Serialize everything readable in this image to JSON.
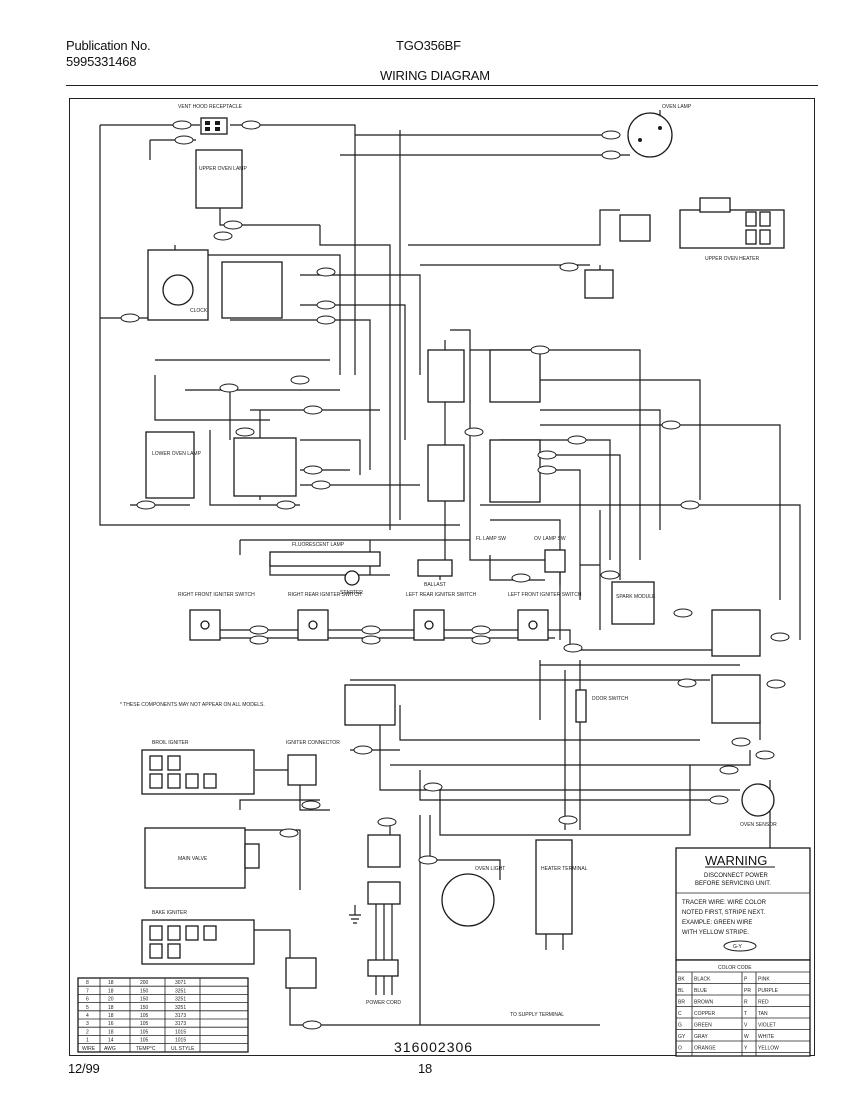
{
  "header": {
    "publication_label": "Publication No.",
    "publication_number": "5995331468",
    "model": "TGO356BF",
    "title": "WIRING DIAGRAM"
  },
  "footer": {
    "date": "12/99",
    "page": "18",
    "diagram_number": "316002306"
  },
  "components": {
    "vent_hood_receptacle": "VENT HOOD RECEPTACLE",
    "oven_lamp": "OVEN LAMP",
    "upper_oven_lamp": "UPPER OVEN LAMP",
    "clock": "CLOCK",
    "upper_oven_heater": "UPPER OVEN HEATER",
    "lower_oven_lamp": "LOWER OVEN LAMP",
    "fluorescent_lamp": "FLUORESCENT LAMP",
    "starter": "STARTER",
    "ballast": "BALLAST",
    "fl_lamp_sw": "FL LAMP SW",
    "ov_lamp_sw": "OV LAMP SW",
    "right_front_igniter": "RIGHT FRONT IGNITER SWITCH",
    "right_rear_igniter": "RIGHT REAR IGNITER SWITCH",
    "left_rear_igniter": "LEFT REAR IGNITER SWITCH",
    "left_front_igniter": "LEFT FRONT IGNITER SWITCH",
    "spark_module": "SPARK MODULE",
    "broil_igniter": "BROIL IGNITER",
    "igniter_connector": "IGNITER CONNECTOR",
    "main_valve": "MAIN VALVE",
    "bake_igniter": "BAKE IGNITER",
    "power_cord": "POWER CORD",
    "oven_light": "OVEN LIGHT",
    "heater_terminal": "HEATER TERMINAL",
    "door_switch": "DOOR SWITCH",
    "oven_sensor": "OVEN SENSOR",
    "models_note": "* THESE COMPONENTS MAY NOT APPEAR ON ALL MODELS.",
    "supply_note": "TO SUPPLY TERMINAL"
  },
  "warning": {
    "title": "WARNING",
    "line1": "DISCONNECT POWER",
    "line2": "BEFORE SERVICING UNIT.",
    "tracer_lines": [
      "TRACER WIRE:  WIRE COLOR",
      "NOTED FIRST, STRIPE NEXT.",
      "EXAMPLE:  GREEN WIRE",
      "WITH YELLOW STRIPE."
    ],
    "example_code": "G-Y"
  },
  "color_code": {
    "title": "COLOR CODE",
    "rows": [
      [
        "BK",
        "BLACK",
        "P",
        "PINK"
      ],
      [
        "BL",
        "BLUE",
        "PR",
        "PURPLE"
      ],
      [
        "BR",
        "BROWN",
        "R",
        "RED"
      ],
      [
        "C",
        "COPPER",
        "T",
        "TAN"
      ],
      [
        "G",
        "GREEN",
        "V",
        "VIOLET"
      ],
      [
        "GY",
        "GRAY",
        "W",
        "WHITE"
      ],
      [
        "O",
        "ORANGE",
        "Y",
        "YELLOW"
      ]
    ]
  },
  "wire_table": {
    "headers": [
      "WIRE",
      "AWG",
      "TEMP°C",
      "UL STYLE"
    ],
    "rows": [
      [
        "8",
        "18",
        "200",
        "3071"
      ],
      [
        "7",
        "18",
        "150",
        "3251"
      ],
      [
        "6",
        "20",
        "150",
        "3251"
      ],
      [
        "5",
        "18",
        "150",
        "3251"
      ],
      [
        "4",
        "18",
        "105",
        "3173"
      ],
      [
        "3",
        "16",
        "105",
        "3173"
      ],
      [
        "2",
        "18",
        "105",
        "1015"
      ],
      [
        "1",
        "14",
        "105",
        "1015"
      ]
    ]
  }
}
